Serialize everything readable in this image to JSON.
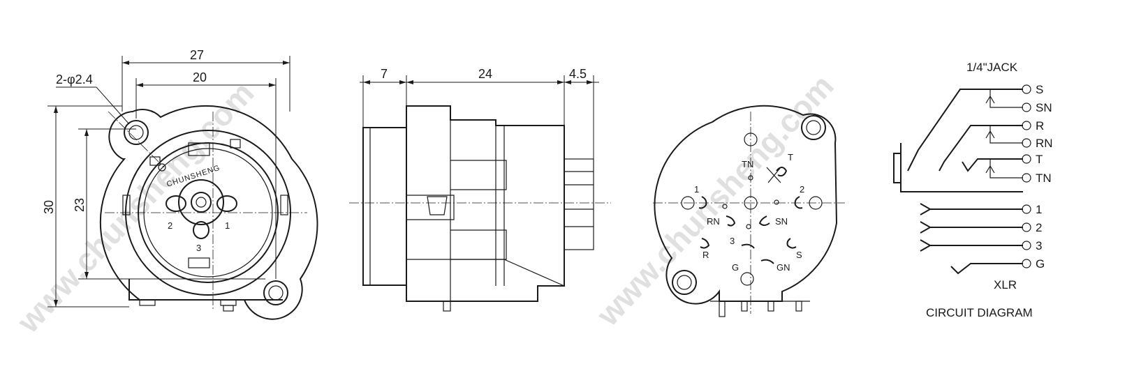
{
  "watermark": "www.chunsheng.com",
  "front_view": {
    "dims": {
      "overall_width": "27",
      "hole_spacing": "20",
      "hole_label": "2-φ2.4",
      "overall_height": "30",
      "hole_vertical": "23"
    },
    "brand": "CHUNSHENG",
    "pins": [
      "1",
      "2",
      "3"
    ]
  },
  "side_view": {
    "dims": {
      "front": "7",
      "body": "24",
      "rear": "4.5"
    }
  },
  "rear_view": {
    "pins": [
      "TN",
      "T",
      "1",
      "2",
      "RN",
      "SN",
      "3",
      "R",
      "S",
      "G",
      "GN"
    ]
  },
  "circuit": {
    "title": "CIRCUIT DIAGRAM",
    "jack_label": "1/4\"JACK",
    "jack_terminals": [
      "S",
      "SN",
      "R",
      "RN",
      "T",
      "TN"
    ],
    "xlr_label": "XLR",
    "xlr_terminals": [
      "1",
      "2",
      "3",
      "G"
    ]
  }
}
